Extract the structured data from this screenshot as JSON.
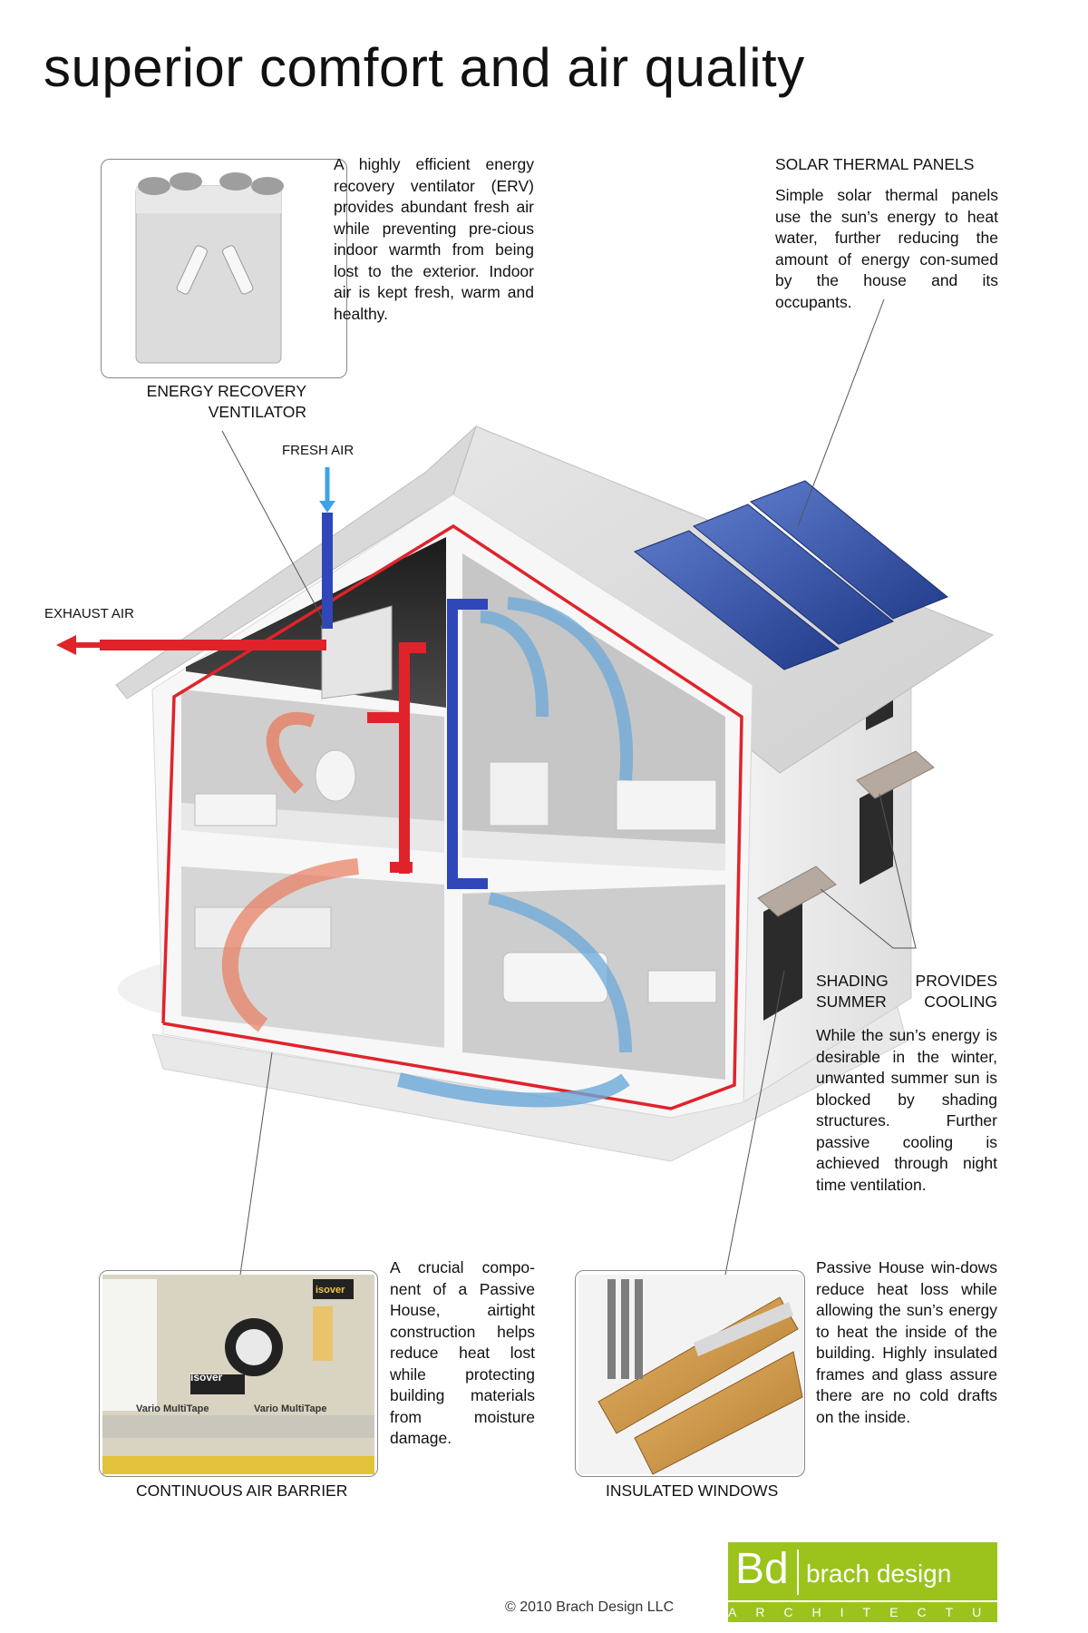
{
  "title": "superior comfort and air quality",
  "erv": {
    "description": "A highly efficient energy recovery ventilator (ERV) provides abundant fresh air while preventing pre-cious indoor warmth from being lost to the exterior. Indoor air is kept fresh, warm and healthy.",
    "label_line1": "ENERGY RECOVERY",
    "label_line2": "VENTILATOR"
  },
  "solar": {
    "heading": "SOLAR THERMAL PANELS",
    "description": "Simple solar thermal panels use the sun’s energy to heat water, further reducing the amount of energy con-sumed by the house and its occupants."
  },
  "airflow": {
    "fresh_air": "FRESH AIR",
    "exhaust_air": "EXHAUST AIR"
  },
  "shading": {
    "heading": "SHADING PROVIDES SUMMER COOLING",
    "description": "While the sun’s energy is desirable in the winter, unwanted summer sun is blocked by shading structures. Further passive cooling is achieved through night time ventilation."
  },
  "air_barrier": {
    "description": "A crucial compo-nent of a Passive House, airtight construction helps reduce heat lost while protecting building materials from moisture damage.",
    "label": "CONTINUOUS AIR BARRIER",
    "photo_text": {
      "brand1": "isover",
      "brand2": "isover",
      "tape1": "Vario MultiTape",
      "tape2": "Vario MultiTape"
    }
  },
  "windows": {
    "description": "Passive House win-dows reduce heat loss while allowing the sun’s energy to heat the inside of the building. Highly insulated frames and glass assure there are no cold drafts on the inside.",
    "label": "INSULATED WINDOWS"
  },
  "footer": {
    "copyright": "© 2010 Brach Design LLC",
    "logo_mark": "Bd",
    "logo_name": "brach design",
    "logo_tagline": "ARCHITECTURE"
  },
  "colors": {
    "supply_duct": "#2f47b8",
    "exhaust_duct": "#e0232b",
    "air_barrier_line": "#e0232b",
    "cool_arrow": "#6aa8d8",
    "warm_arrow": "#e87a5d",
    "solar_panel": "#2e4fa3",
    "logo_green": "#9bc31c"
  }
}
